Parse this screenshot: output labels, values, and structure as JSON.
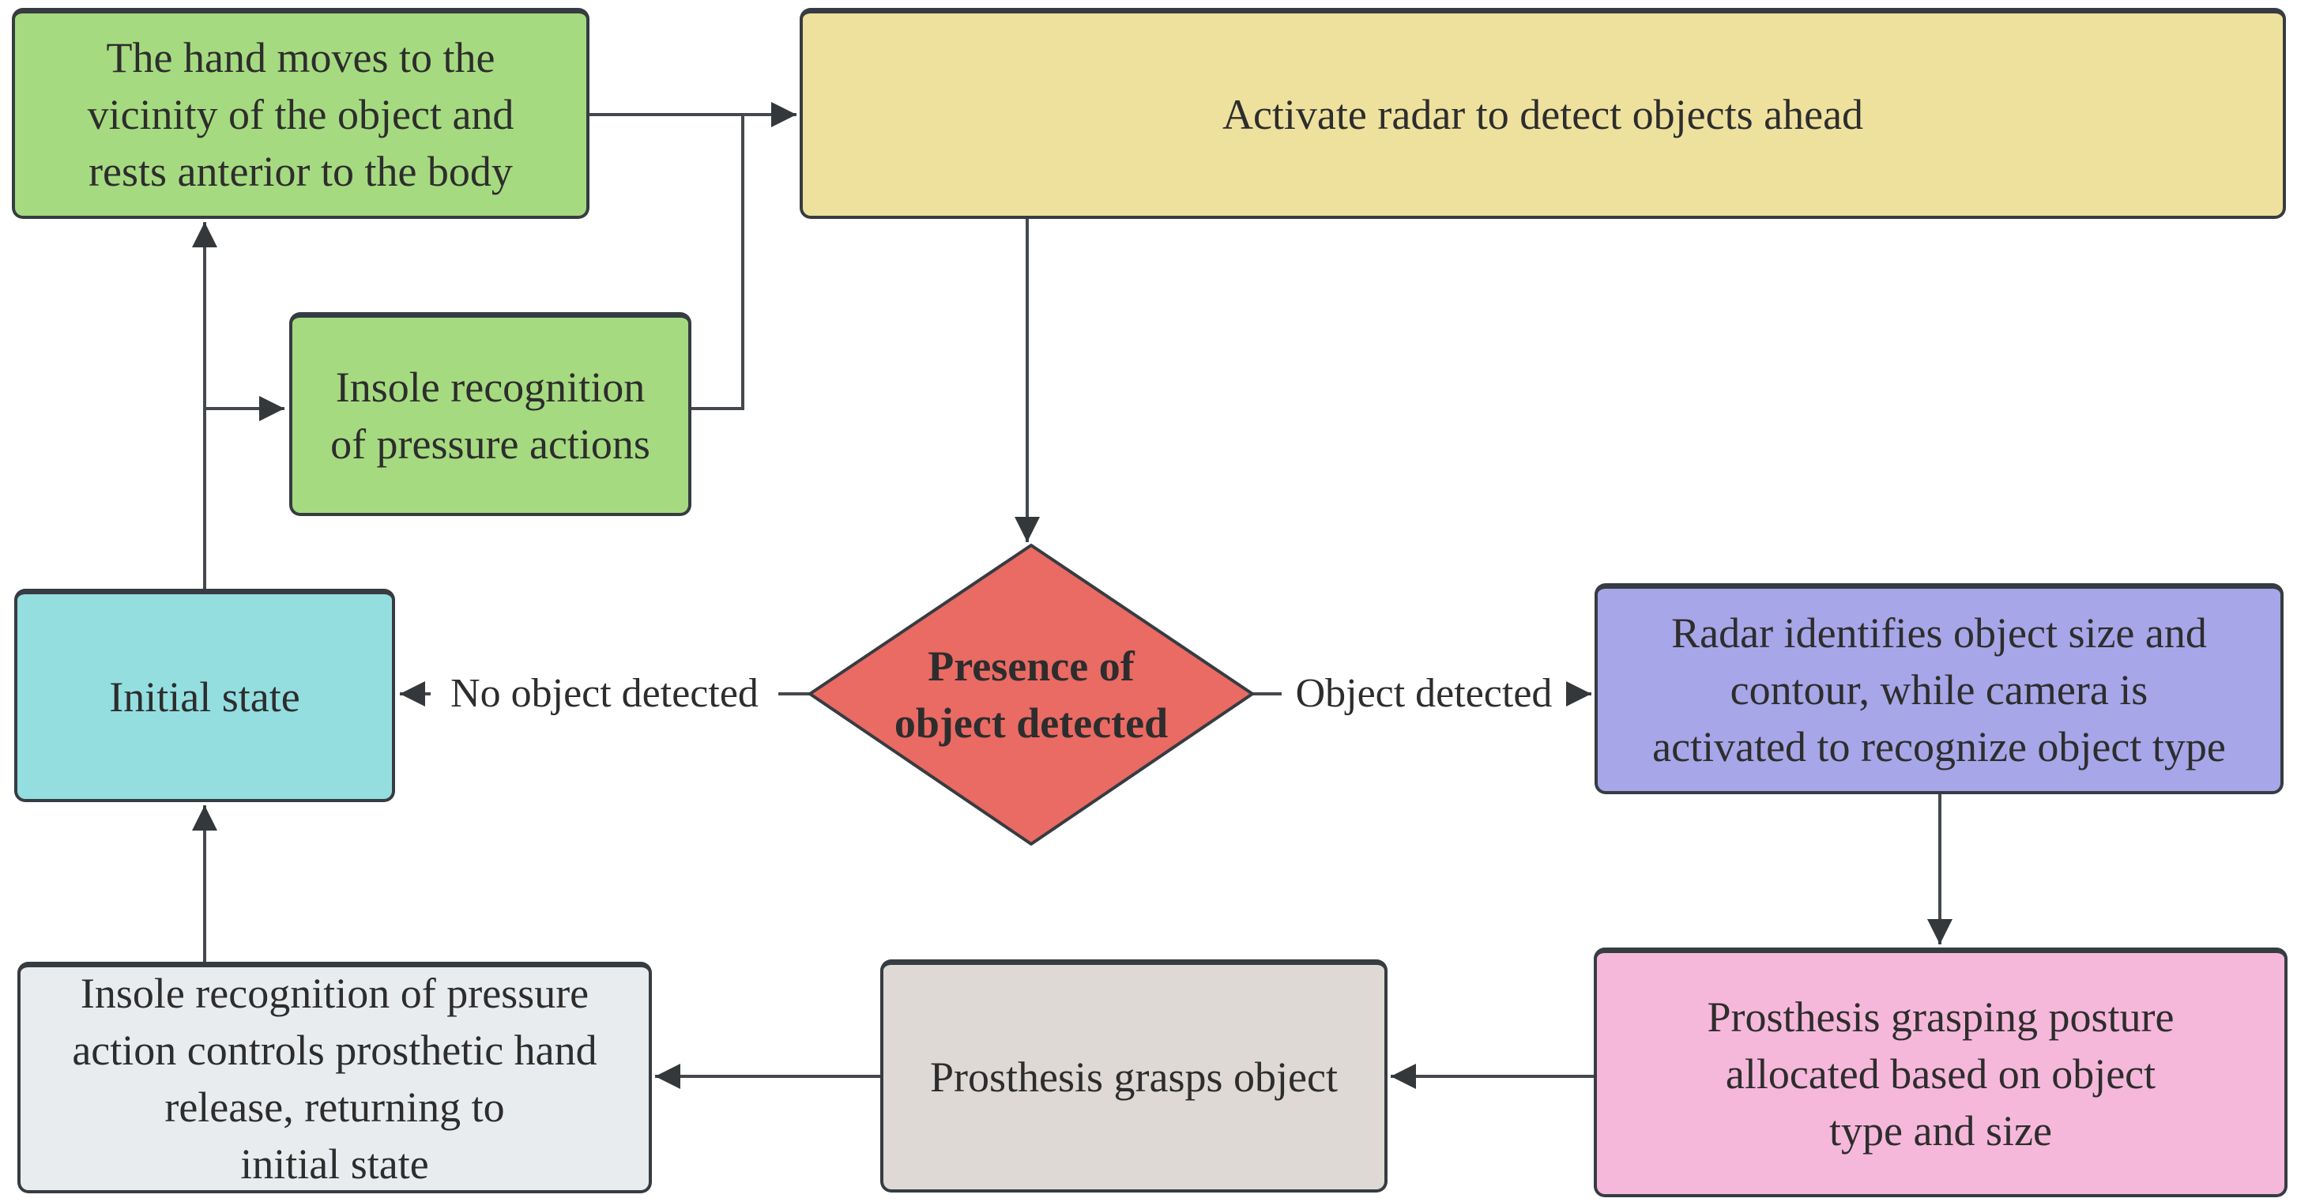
{
  "diagram": {
    "background": "#ffffff",
    "connector_color": "#45484c",
    "border_color": "#363c41",
    "text_color": "#2d2d2d",
    "nodes": {
      "hand_moves": {
        "label": "The hand moves to the\nvicinity of the object and\nrests anterior to the body",
        "fill": "#a6da80"
      },
      "activate_radar": {
        "label": "Activate radar to detect objects ahead",
        "fill": "#eee19e"
      },
      "insole_pressure": {
        "label": "Insole recognition\nof pressure actions",
        "fill": "#a6da80"
      },
      "initial_state": {
        "label": "Initial state",
        "fill": "#94dee0"
      },
      "presence_decision": {
        "label": "Presence of\nobject detected",
        "fill": "#ea6a64"
      },
      "radar_identifies": {
        "label": "Radar identifies object size and\ncontour, while camera is\nactivated to recognize object type",
        "fill": "#a6a6e8"
      },
      "grasp_posture": {
        "label": "Prosthesis grasping posture\nallocated based on object\ntype and size",
        "fill": "#f5b8da"
      },
      "grasps_object": {
        "label": "Prosthesis grasps object",
        "fill": "#ded9d5"
      },
      "insole_release": {
        "label": "Insole recognition of pressure\naction controls prosthetic hand\nrelease, returning to\ninitial state",
        "fill": "#e9ecef"
      }
    },
    "edge_labels": {
      "no_object": "No object detected",
      "object": "Object detected"
    }
  }
}
